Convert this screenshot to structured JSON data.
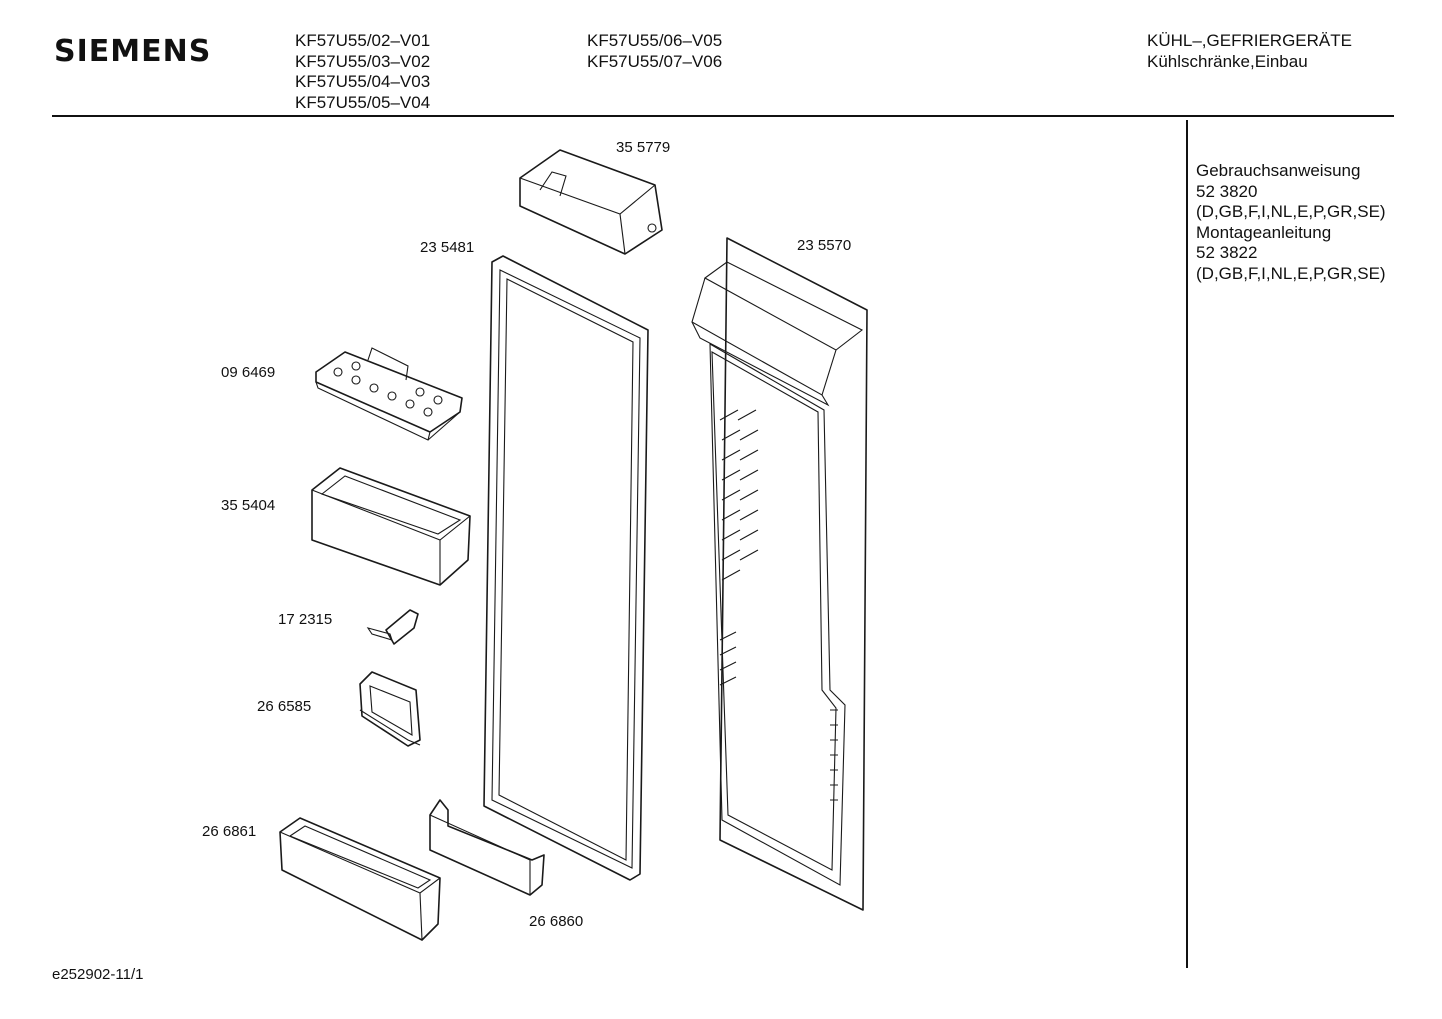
{
  "header": {
    "brand": "SIEMENS",
    "models_col1": [
      "KF57U55/02–V01",
      "KF57U55/03–V02",
      "KF57U55/04–V03",
      "KF57U55/05–V04"
    ],
    "models_col2": [
      "KF57U55/06–V05",
      "KF57U55/07–V06"
    ],
    "category": [
      "KÜHL–,GEFRIERGERÄTE",
      "Kühlschränke,Einbau"
    ]
  },
  "docs": [
    "Gebrauchsanweisung",
    "52 3820",
    "(D,GB,F,I,NL,E,P,GR,SE)",
    "Montageanleitung",
    "52 3822",
    "(D,GB,F,I,NL,E,P,GR,SE)"
  ],
  "parts": {
    "p355779": "35 5779",
    "p235481": "23 5481",
    "p235570": "23 5570",
    "p096469": "09 6469",
    "p355404": "35 5404",
    "p172315": "17 2315",
    "p266585": "26 6585",
    "p266861": "26 6861",
    "p266860": "26 6860"
  },
  "footer": {
    "code": "e252902-11/1"
  }
}
